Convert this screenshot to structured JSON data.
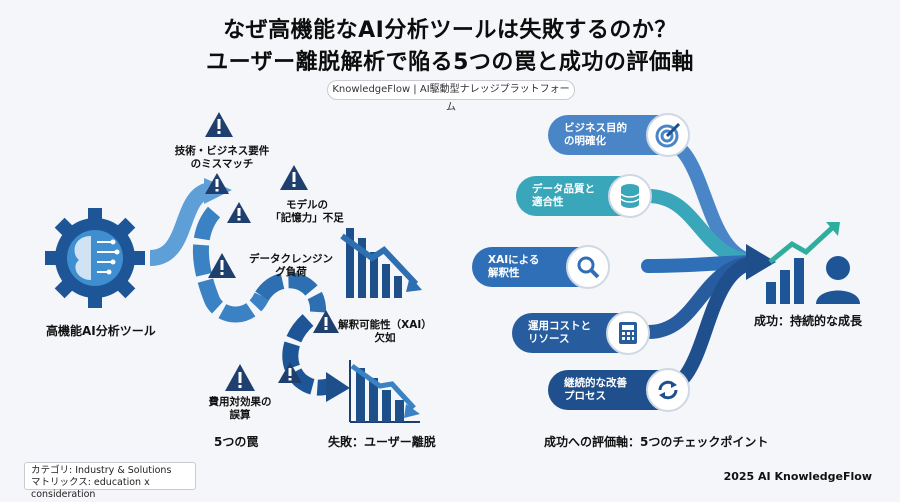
{
  "title": {
    "line1": "なぜ高機能なAI分析ツールは失敗するのか？",
    "line2": "ユーザー離脱解析で陥る5つの罠と成功の評価軸"
  },
  "brand_pill": "KnowledgeFlow | AI駆動型ナレッジプラットフォーム",
  "left": {
    "tool_label": "高機能AI分析ツール",
    "traps": [
      {
        "label": "技術・ビジネス要件\nのミスマッチ",
        "icon": "warning-icon"
      },
      {
        "label": "モデルの\n「記憶力」不足",
        "icon": "warning-icon"
      },
      {
        "label": "データクレンジン\nグ負荷",
        "icon": "warning-icon"
      },
      {
        "label": "解釈可能性（XAI）\n欠如",
        "icon": "warning-icon"
      },
      {
        "label": "費用対効果の\n誤算",
        "icon": "warning-icon"
      }
    ],
    "section_label": "5つの罠",
    "failure_label": "失敗：ユーザー離脱"
  },
  "right": {
    "checkpoints": [
      {
        "label": "ビジネス目的\nの明確化",
        "icon": "target-icon",
        "color": "#4a86c7"
      },
      {
        "label": "データ品質と\n適合性",
        "icon": "database-icon",
        "color": "#3aa6b9"
      },
      {
        "label": "XAIによる\n解釈性",
        "icon": "search-icon",
        "color": "#2f6fb7"
      },
      {
        "label": "運用コストと\nリソース",
        "icon": "calculator-icon",
        "color": "#275d9e"
      },
      {
        "label": "継続的な改善\nプロセス",
        "icon": "refresh-icon",
        "color": "#1f4f8c"
      }
    ],
    "success_label": "成功：持続的な成長",
    "section_label": "成功への評価軸：5つのチェックポイント"
  },
  "legend": {
    "line1": "カテゴリ: Industry & Solutions",
    "line2": "マトリックス: education x consideration"
  },
  "footer_brand": "2025 AI KnowledgeFlow",
  "colors": {
    "arrow_light": "#5b9bd5",
    "arrow_dark": "#1e4f8a",
    "warning": "#1f3f6e",
    "navy": "#12345f"
  }
}
